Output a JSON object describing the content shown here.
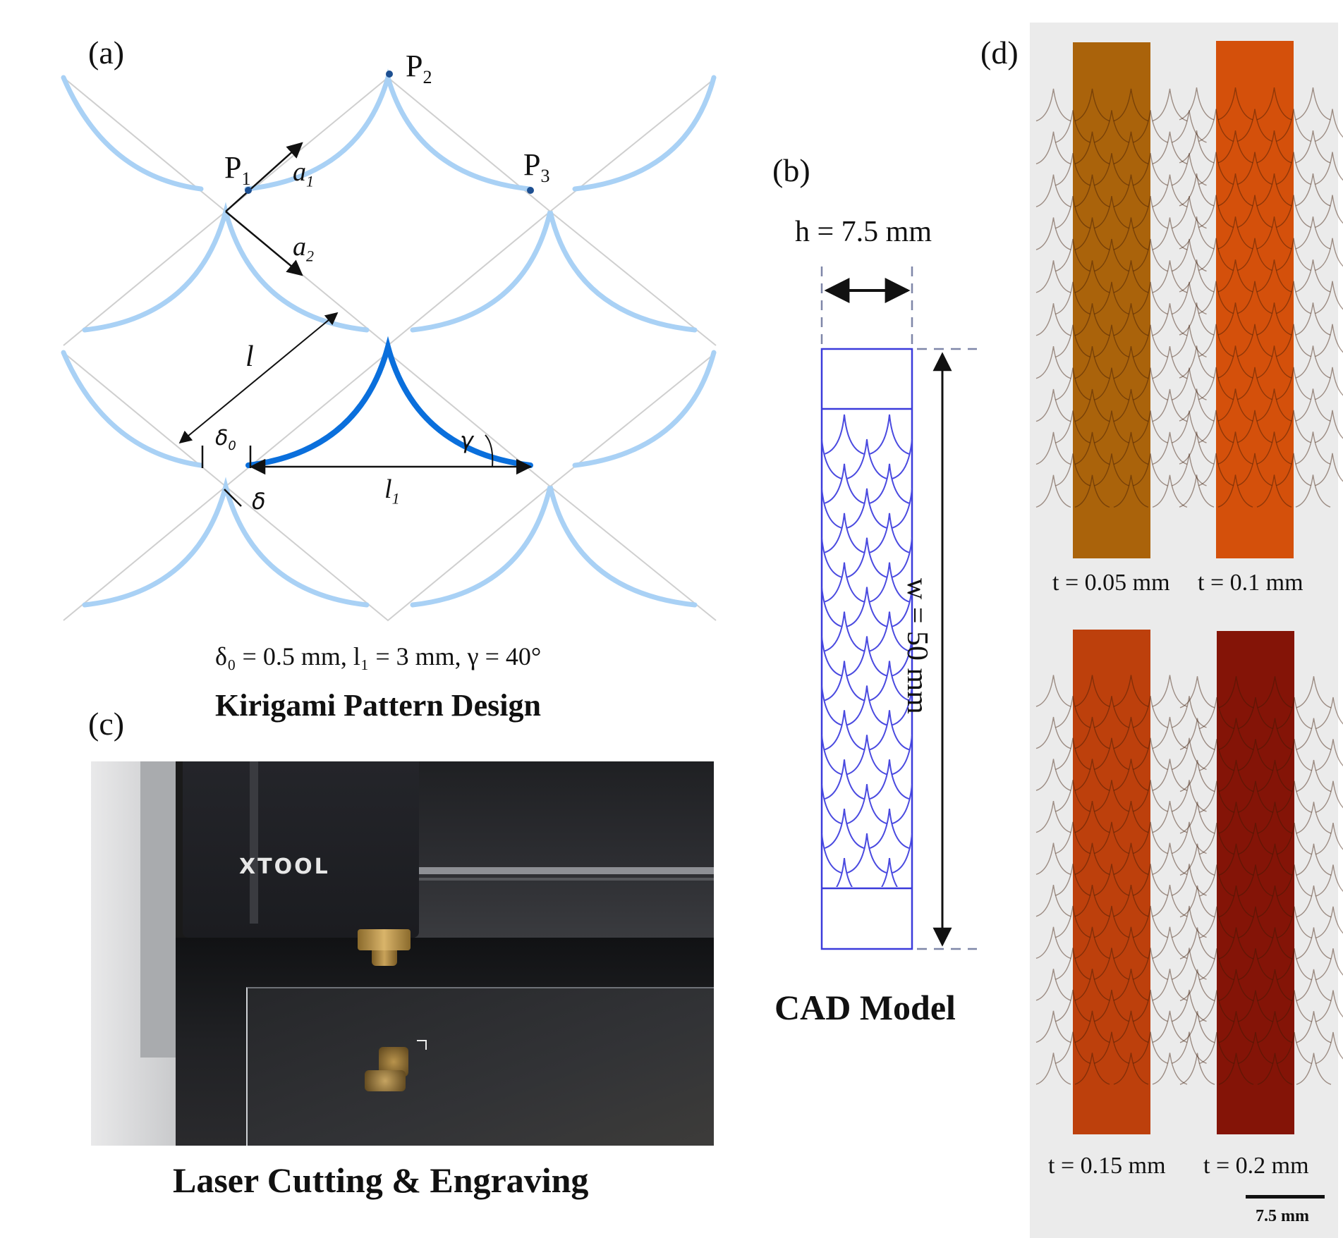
{
  "panel_a": {
    "tag": "(a)",
    "points": {
      "p1": "P",
      "p1_sub": "1",
      "p2": "P",
      "p2_sub": "2",
      "p3": "P",
      "p3_sub": "3"
    },
    "vectors": {
      "a1": "a",
      "a1_sub": "1",
      "a2": "a",
      "a2_sub": "2"
    },
    "dims": {
      "l": "l",
      "l1": "l",
      "l1_sub": "1",
      "delta0": "δ",
      "delta0_sub": "0",
      "delta": "δ",
      "gamma": "γ"
    },
    "params": "δ₀ = 0.5 mm, l₁ = 3 mm, γ = 40°",
    "title": "Kirigami Pattern Design",
    "colors": {
      "light_arc": "#a9d1f5",
      "dark_arc": "#0a6fdc",
      "grid": "#cfcfcf",
      "point": "#1d4f91"
    }
  },
  "panel_b": {
    "tag": "(b)",
    "h_label": "h = 7.5 mm",
    "w_label": "w = 50 mm",
    "title": "CAD Model",
    "colors": {
      "outline": "#3b3bdb"
    }
  },
  "panel_c": {
    "tag": "(c)",
    "brand": "XTOOL",
    "title": "Laser Cutting & Engraving"
  },
  "panel_d": {
    "tag": "(d)",
    "strips": [
      {
        "label": "t = 0.05 mm",
        "color": "#b56a0c"
      },
      {
        "label": "t = 0.1 mm",
        "color": "#e2560c"
      },
      {
        "label": "t = 0.15 mm",
        "color": "#c9440d"
      },
      {
        "label": "t = 0.2 mm",
        "color": "#8d1608"
      }
    ],
    "scale_label": "7.5 mm",
    "background": "#ebebeb"
  }
}
